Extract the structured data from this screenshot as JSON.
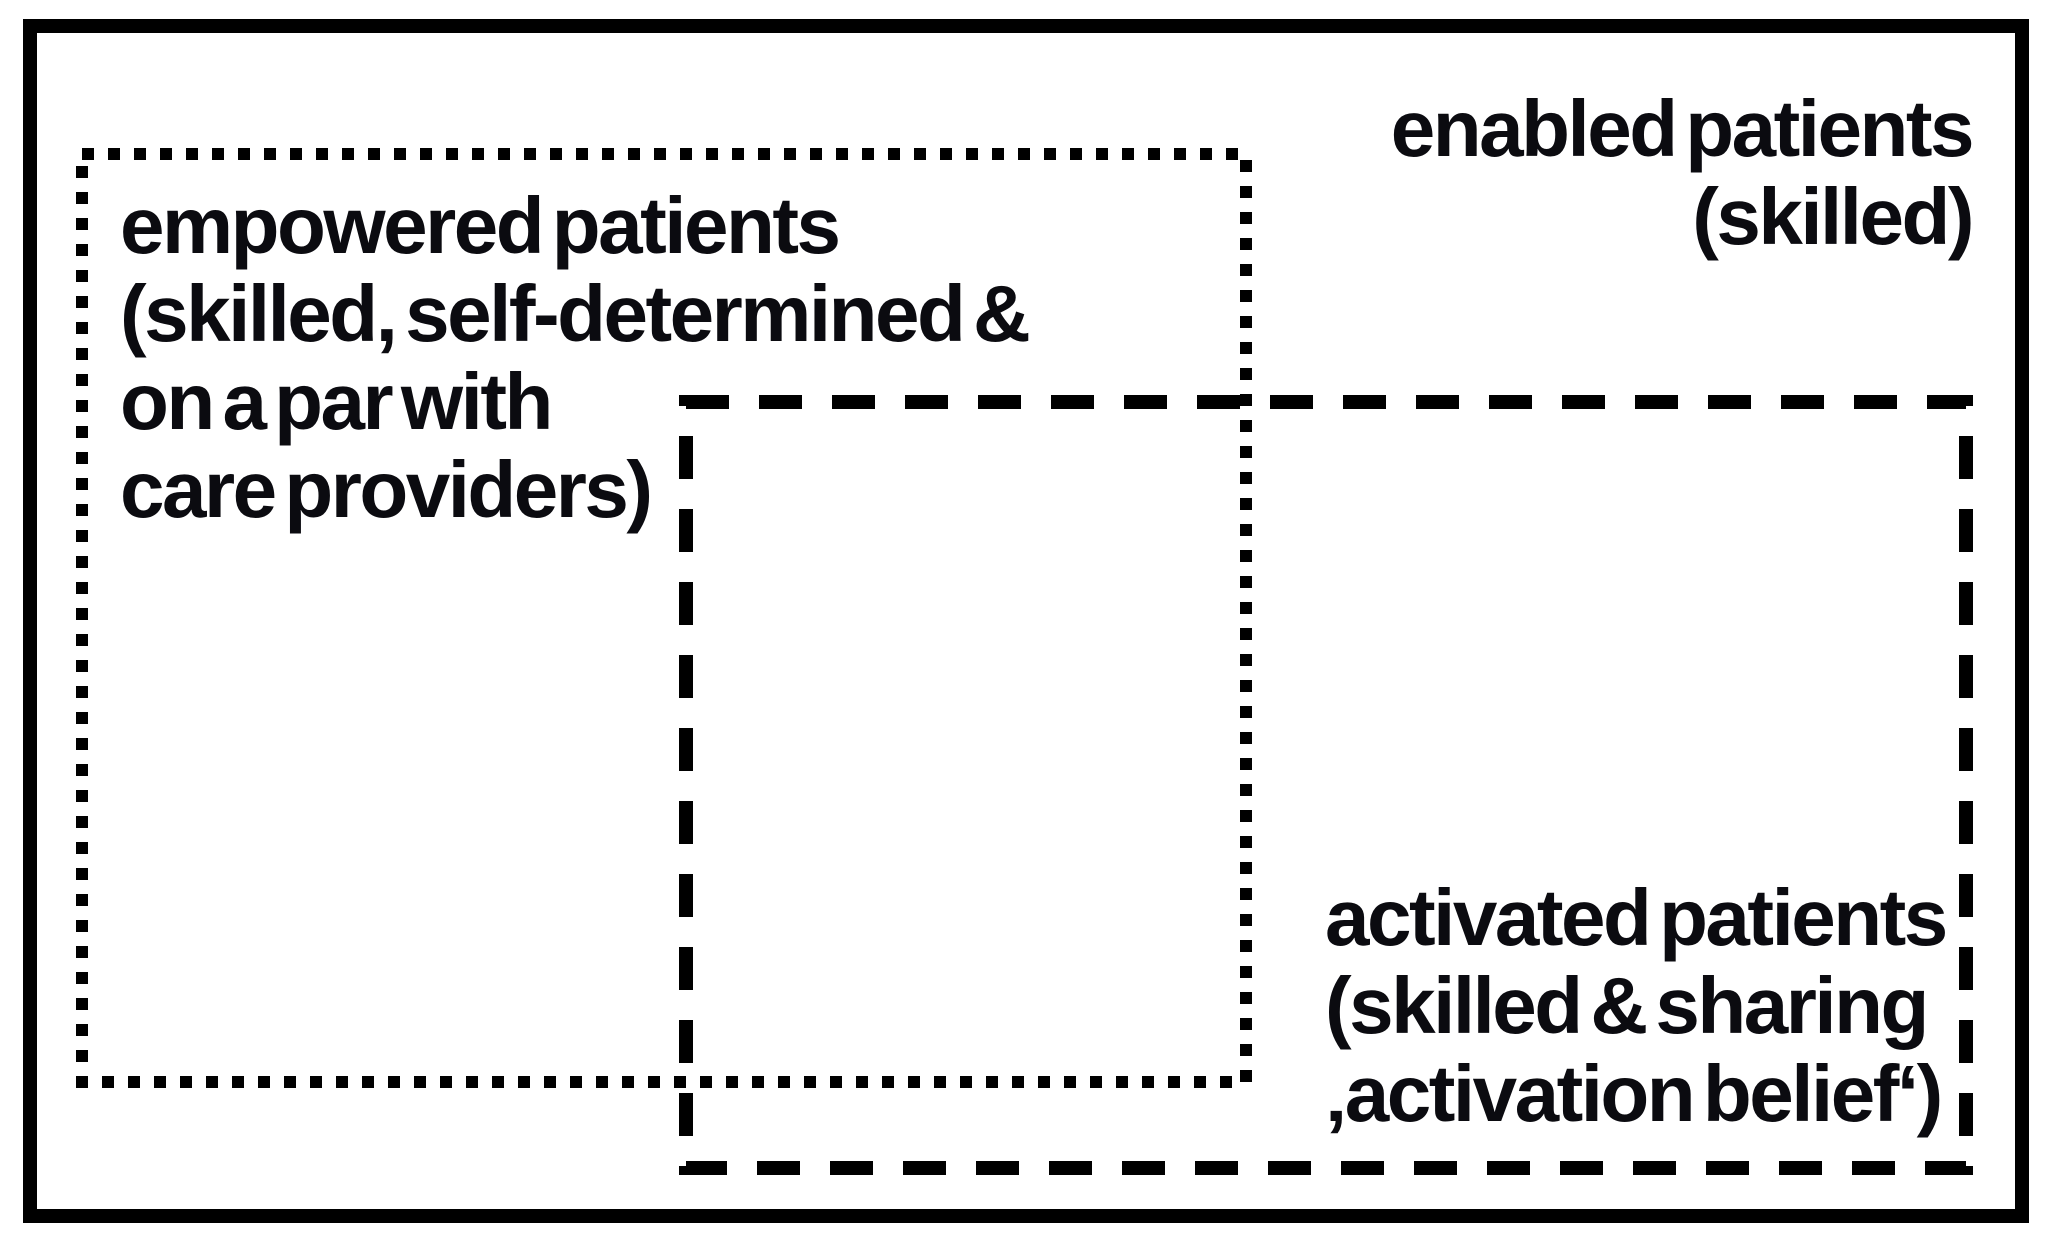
{
  "diagram": {
    "type": "venn-rectangles",
    "labels": {
      "enabled": {
        "line1": "enabled patients",
        "line2": "(skilled)"
      },
      "empowered": {
        "line1": "empowered patients",
        "line2": "(skilled, self-determined &",
        "line3": "on a par with",
        "line4": "care providers)"
      },
      "activated": {
        "line1": "activated patients",
        "line2": "(skilled & sharing",
        "line3": "‚activation belief‘)"
      }
    },
    "sets": [
      {
        "name": "enabled patients (skilled)",
        "border_style": "solid"
      },
      {
        "name": "empowered patients (skilled, self-determined & on a par with care providers)",
        "border_style": "dotted"
      },
      {
        "name": "activated patients (skilled & sharing ‚activation belief‘)",
        "border_style": "dashed"
      }
    ],
    "colors": {
      "ink": "#0b0b10",
      "stroke": "#000000",
      "background": "#ffffff"
    }
  }
}
